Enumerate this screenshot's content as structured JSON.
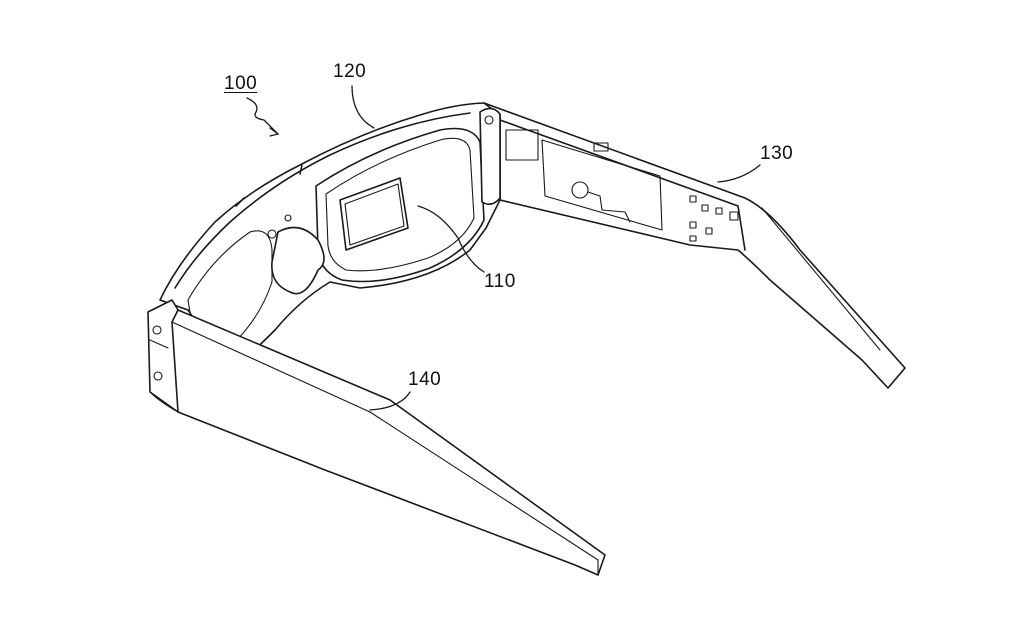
{
  "figure": {
    "labels": {
      "device": "100",
      "display": "110",
      "frame": "120",
      "right_temple": "130",
      "left_temple": "140"
    }
  }
}
